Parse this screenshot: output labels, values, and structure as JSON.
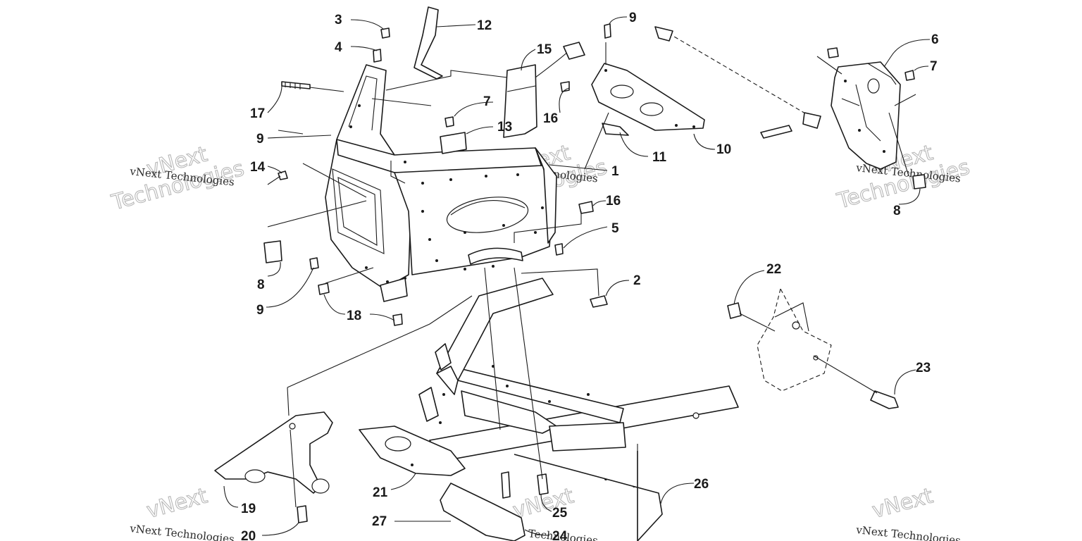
{
  "watermark": {
    "brand_line": "vNext Technologies",
    "big_word_1": "vNext",
    "big_word_2": "Technologies"
  },
  "callouts": [
    {
      "id": "c3",
      "label": "3"
    },
    {
      "id": "c4",
      "label": "4"
    },
    {
      "id": "c12",
      "label": "12"
    },
    {
      "id": "c15",
      "label": "15"
    },
    {
      "id": "c9a",
      "label": "9"
    },
    {
      "id": "c6",
      "label": "6"
    },
    {
      "id": "c7a",
      "label": "7"
    },
    {
      "id": "c17",
      "label": "17"
    },
    {
      "id": "c7b",
      "label": "7"
    },
    {
      "id": "c16a",
      "label": "16"
    },
    {
      "id": "c13",
      "label": "13"
    },
    {
      "id": "c9b",
      "label": "9"
    },
    {
      "id": "c11",
      "label": "11"
    },
    {
      "id": "c10",
      "label": "10"
    },
    {
      "id": "c14",
      "label": "14"
    },
    {
      "id": "c1",
      "label": "1"
    },
    {
      "id": "c8a",
      "label": "8"
    },
    {
      "id": "c16b",
      "label": "16"
    },
    {
      "id": "c5",
      "label": "5"
    },
    {
      "id": "c8b",
      "label": "8"
    },
    {
      "id": "c22",
      "label": "22"
    },
    {
      "id": "c2",
      "label": "2"
    },
    {
      "id": "c9c",
      "label": "9"
    },
    {
      "id": "c18",
      "label": "18"
    },
    {
      "id": "c23",
      "label": "23"
    },
    {
      "id": "c26",
      "label": "26"
    },
    {
      "id": "c19",
      "label": "19"
    },
    {
      "id": "c21",
      "label": "21"
    },
    {
      "id": "c25",
      "label": "25"
    },
    {
      "id": "c27",
      "label": "27"
    },
    {
      "id": "c20",
      "label": "20"
    },
    {
      "id": "c24",
      "label": "24"
    }
  ]
}
